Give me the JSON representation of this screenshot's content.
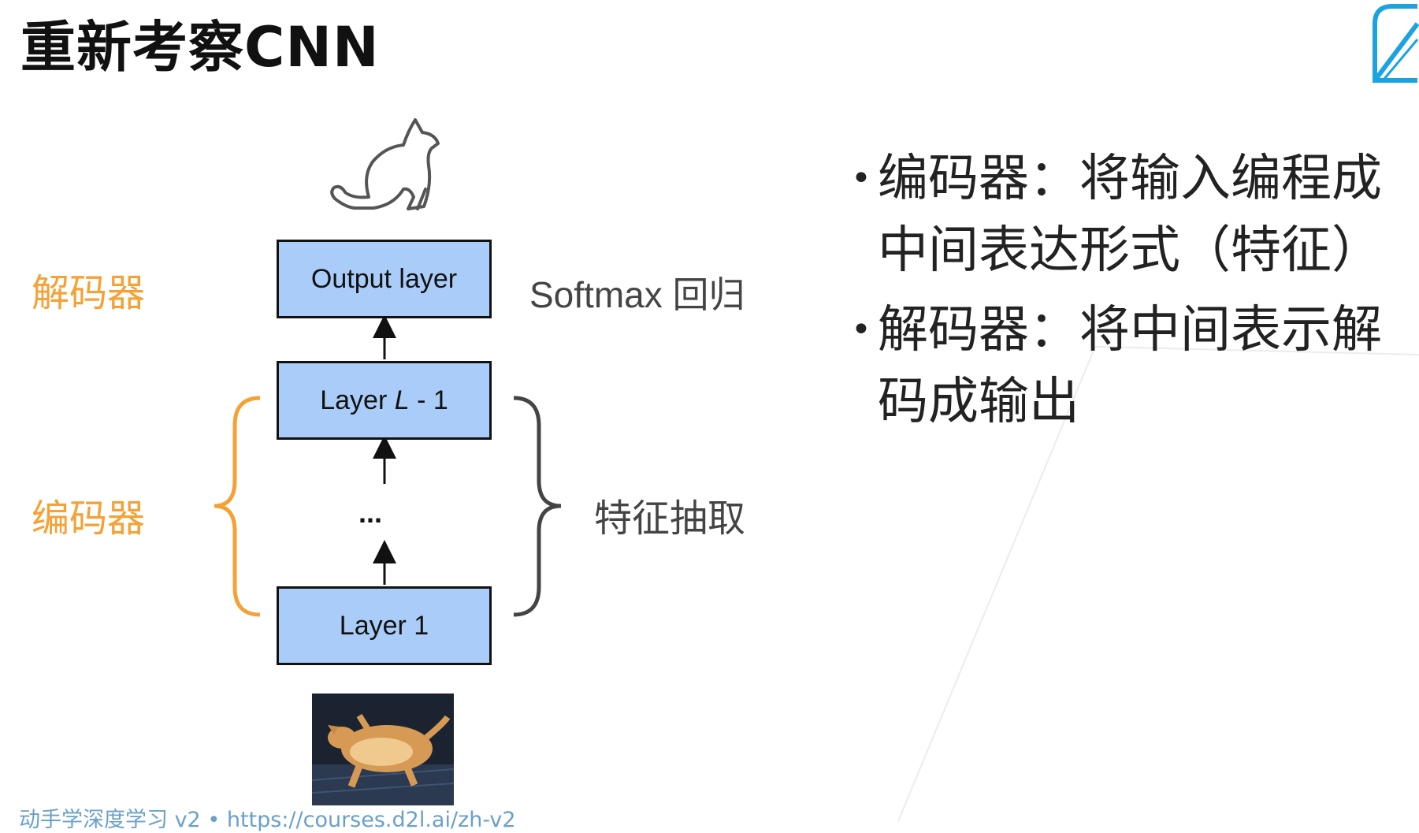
{
  "title": "重新考察CNN",
  "diagram": {
    "layers": {
      "output": "Output layer",
      "hidden_prefix": "Layer ",
      "hidden_var": "L",
      "hidden_suffix": " - 1",
      "first": "Layer 1"
    },
    "ellipsis": "...",
    "decoder_label": "解码器",
    "encoder_label": "编码器",
    "softmax_label": "Softmax 回归",
    "feature_label": "特征抽取",
    "colors": {
      "box_fill": "#a9cdf8",
      "accent_orange": "#f5a135",
      "brace_gray": "#444444",
      "logo_blue": "#1ba3e0"
    }
  },
  "bullets": [
    {
      "text": "编码器：将输入编程成中间表达形式（特征）"
    },
    {
      "text": "解码器：将中间表示解码成输出"
    }
  ],
  "footer": "动手学深度学习 v2 • https://courses.d2l.ai/zh-v2"
}
